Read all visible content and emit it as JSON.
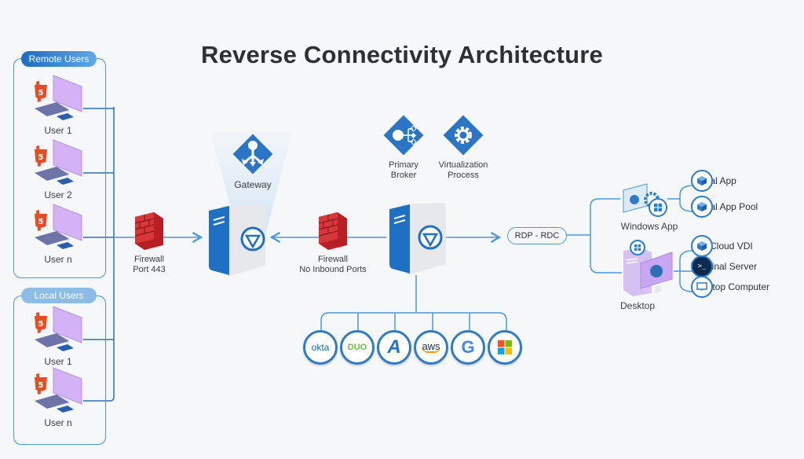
{
  "title": "Reverse Connectivity Architecture",
  "remote_users": {
    "label": "Remote Users",
    "users": [
      {
        "name": "User 1",
        "icon": "html5-icon"
      },
      {
        "name": "User 2",
        "icon": "html5-icon"
      },
      {
        "name": "User n",
        "icon": "html5-icon"
      }
    ]
  },
  "local_users": {
    "label": "Local Users",
    "users": [
      {
        "name": "User 1",
        "icon": "html5-icon"
      },
      {
        "name": "User n",
        "icon": "html5-icon"
      }
    ]
  },
  "firewall_left": {
    "line1": "Firewall",
    "line2": "Port 443"
  },
  "gateway": {
    "label": "Gateway"
  },
  "firewall_mid": {
    "line1": "Firewall",
    "line2": "No Inbound Ports"
  },
  "broker": {
    "line1": "Primary",
    "line2": "Broker"
  },
  "virtualization": {
    "line1": "Virtualization",
    "line2": "Process"
  },
  "protocol": {
    "label": "RDP - RDC"
  },
  "identity_providers": [
    {
      "name": "okta",
      "label": "okta",
      "color": "#0b6fc4"
    },
    {
      "name": "duo",
      "label": "DUO",
      "color": "#6cc04a"
    },
    {
      "name": "azure",
      "label": "A",
      "color": "#1f74cf"
    },
    {
      "name": "aws",
      "label": "aws",
      "color": "#252f3e"
    },
    {
      "name": "google",
      "label": "G",
      "color": "#4285f4"
    },
    {
      "name": "microsoft",
      "label": "",
      "color": "#f25022"
    }
  ],
  "windows_app": {
    "label": "Windows App",
    "children": [
      {
        "label": "Virtual App",
        "icon": "cube-icon"
      },
      {
        "label": "Virtual App Pool",
        "icon": "cube-icon"
      }
    ]
  },
  "desktop": {
    "label": "Desktop",
    "children": [
      {
        "label": "VDI-Cloud VDI",
        "icon": "cube-icon"
      },
      {
        "label": "Terminal Server",
        "icon": "terminal-icon"
      },
      {
        "label": "Desktop Computer",
        "icon": "monitor-icon"
      }
    ]
  },
  "colors": {
    "accent": "#2f7bc8",
    "line": "#4a98d8",
    "firewall": "#c62a2a",
    "html5": "#e44d26",
    "monitor": "#c9a6f2"
  }
}
